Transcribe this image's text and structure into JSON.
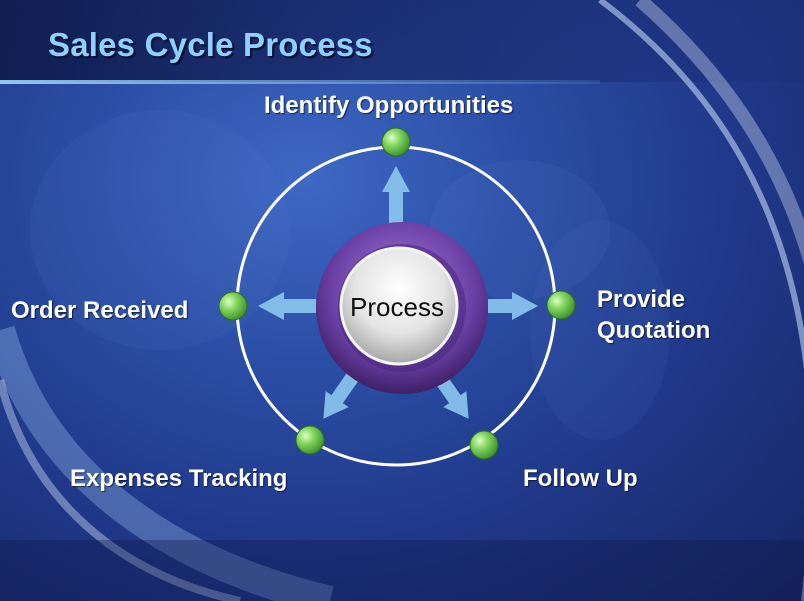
{
  "slide": {
    "title": "Sales Cycle Process",
    "center_label": "Process",
    "steps": [
      {
        "id": "identify",
        "label": "Identify Opportunities"
      },
      {
        "id": "quotation",
        "label_line1": "Provide",
        "label_line2": "Quotation"
      },
      {
        "id": "follow-up",
        "label": "Follow Up"
      },
      {
        "id": "expenses",
        "label": "Expenses Tracking"
      },
      {
        "id": "order",
        "label": "Order Received"
      }
    ]
  },
  "colors": {
    "title": "#8fd0ff",
    "node_green": "#6ccb4a",
    "ring_purple": "#6a3fa3",
    "arrow_blue": "#8cc8f0",
    "orbit": "#ffffff"
  }
}
